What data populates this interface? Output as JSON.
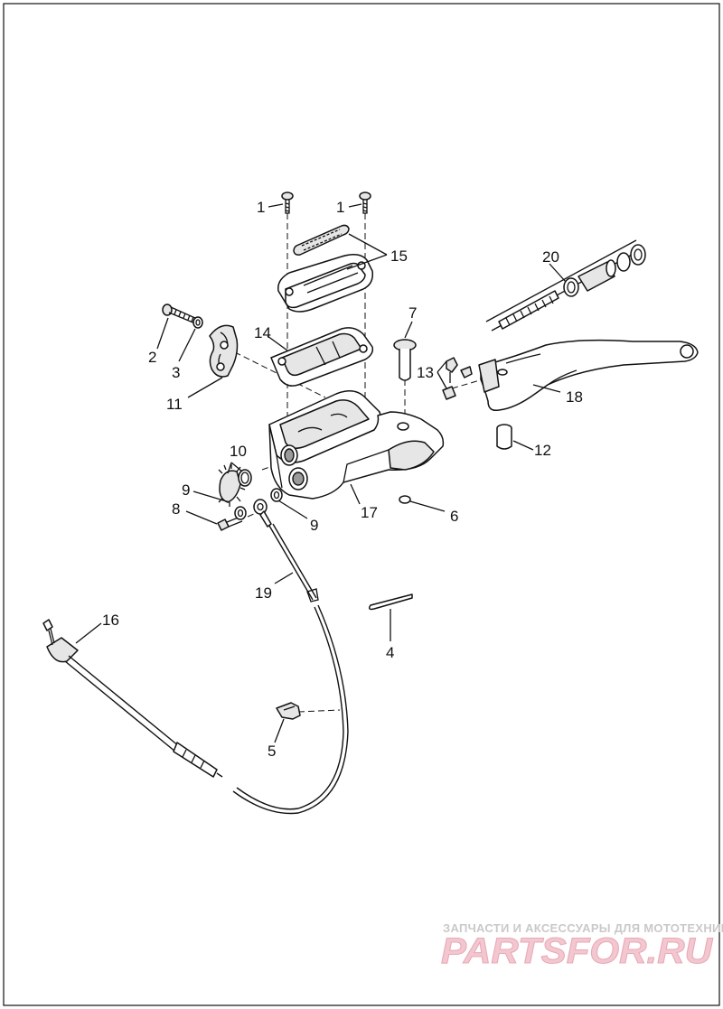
{
  "callouts": {
    "c1a": "1",
    "c1b": "1",
    "c2": "2",
    "c3": "3",
    "c4": "4",
    "c5": "5",
    "c6": "6",
    "c7": "7",
    "c8": "8",
    "c9a": "9",
    "c9b": "9",
    "c10": "10",
    "c11": "11",
    "c12": "12",
    "c13": "13",
    "c14": "14",
    "c15": "15",
    "c16": "16",
    "c17": "17",
    "c18": "18",
    "c19": "19",
    "c20": "20"
  },
  "watermark": {
    "caption": "ЗАПЧАСТИ И АКСЕССУАРЫ ДЛЯ МОТОТЕХНИКИ",
    "logo": "PARTSFOR.RU"
  },
  "colors": {
    "line": "#111111",
    "watermark_caption": "#c9c9c9",
    "watermark_logo": "#f2c7cf"
  }
}
